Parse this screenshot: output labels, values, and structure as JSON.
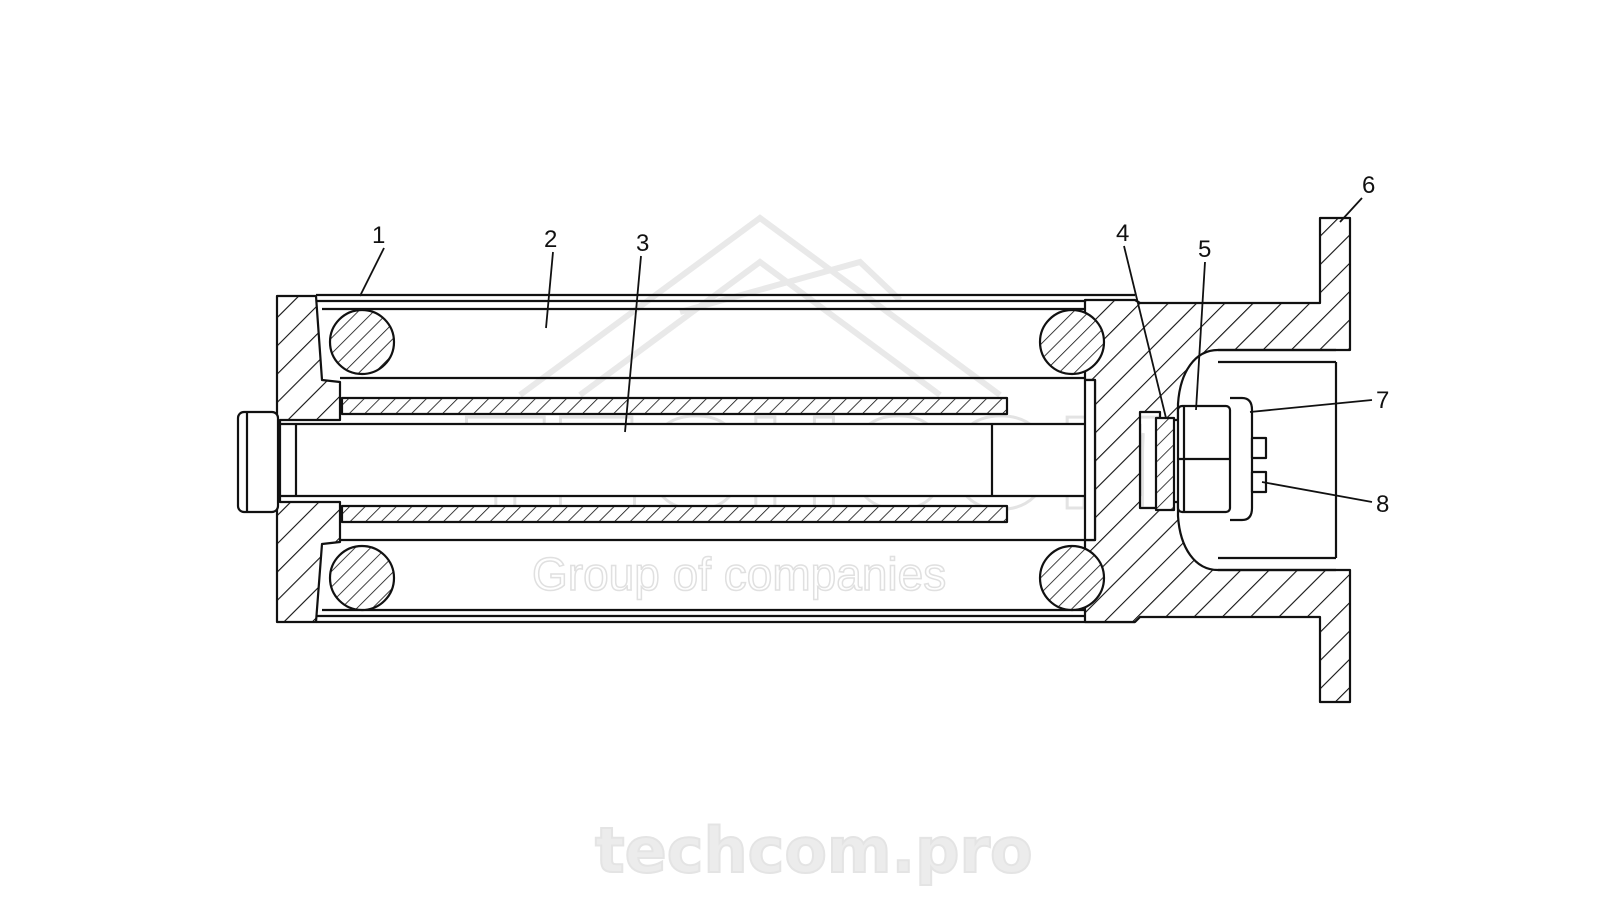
{
  "diagram": {
    "callouts": [
      "1",
      "2",
      "3",
      "4",
      "5",
      "6",
      "7",
      "8"
    ]
  },
  "watermark": {
    "brand": "TECHCOM",
    "tagline": "Group of companies",
    "url": "techcom.pro"
  },
  "colors": {
    "ink": "#111111",
    "paper": "#ffffff",
    "watermark": "#e6e6e6"
  }
}
